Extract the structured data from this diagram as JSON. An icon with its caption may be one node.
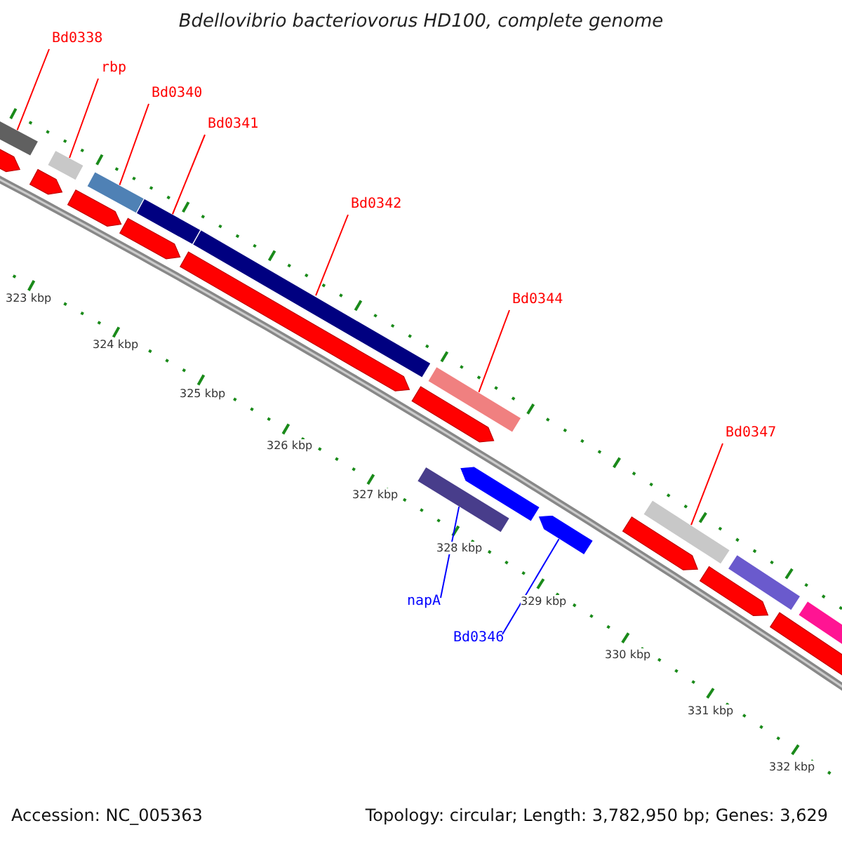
{
  "diagram": {
    "title": "Bdellovibrio bacteriovorus HD100, complete genome",
    "nodes": [
      {
        "text": [
          "Bd0338"
        ]
      },
      {
        "text": [
          "rbp"
        ]
      },
      {
        "text": [
          "Bd0340"
        ]
      },
      {
        "text": [
          "Bd0341"
        ]
      },
      {
        "text": [
          "Bd0342"
        ]
      },
      {
        "text": [
          "Bd0344"
        ]
      },
      {
        "text": [
          "Bd0347"
        ]
      },
      {
        "text": [
          "napA"
        ]
      },
      {
        "text": [
          "Bd0346"
        ]
      },
      {
        "text": [],
        "shape": "bar"
      },
      {
        "text": [],
        "shape": "bar"
      },
      {
        "text": [],
        "shape": "bar"
      },
      {
        "text": [],
        "shape": "bar"
      },
      {
        "text": [],
        "shape": "bar"
      },
      {
        "text": [],
        "shape": "bar"
      },
      {
        "text": [],
        "shape": "bar"
      },
      {
        "text": [],
        "shape": "bar"
      },
      {
        "text": [],
        "shape": "bar"
      }
    ],
    "edges": [
      {
        "from": 0,
        "to": 9,
        "arrow": "none"
      },
      {
        "from": 1,
        "to": 10,
        "arrow": "none"
      },
      {
        "from": 2,
        "to": 11,
        "arrow": "none"
      },
      {
        "from": 3,
        "to": 12,
        "arrow": "none"
      },
      {
        "from": 4,
        "to": 13,
        "arrow": "none"
      },
      {
        "from": 5,
        "to": 14,
        "arrow": "none"
      },
      {
        "from": 6,
        "to": 15,
        "arrow": "none"
      },
      {
        "from": 7,
        "to": 16,
        "arrow": "none",
        "color": "#0000ff"
      },
      {
        "from": 8,
        "to": 17,
        "arrow": "none",
        "color": "#0000ff"
      }
    ],
    "labels": [
      "323 kbp",
      "324 kbp",
      "325 kbp",
      "326 kbp",
      "327 kbp",
      "328 kbp",
      "329 kbp",
      "330 kbp",
      "331 kbp",
      "332 kbp",
      "Accession: NC_005363",
      "Topology: circular; Length: 3,782,950 bp; Genes: 3,629"
    ]
  }
}
